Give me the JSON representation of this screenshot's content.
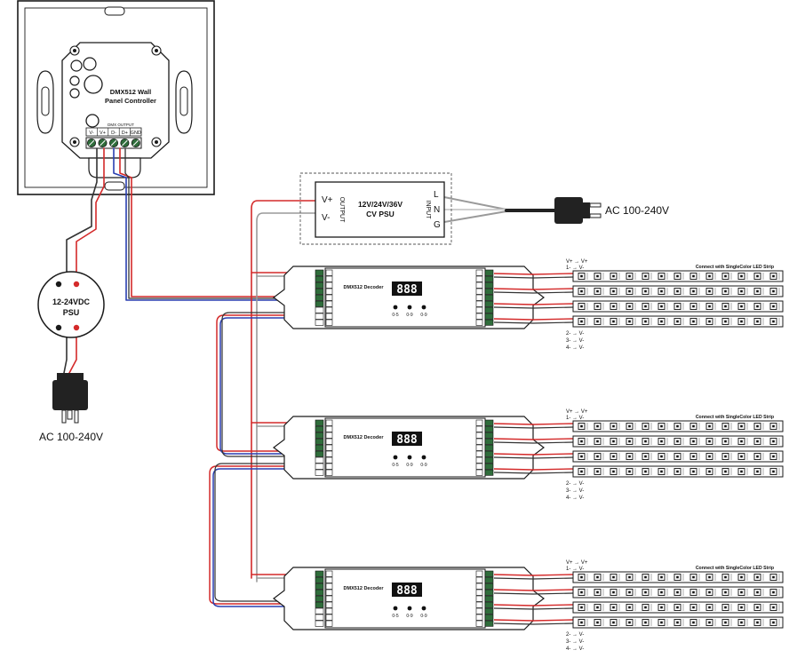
{
  "wall_panel": {
    "name_line1": "DMX512 Wall",
    "name_line2": "Panel Controller",
    "output_label": "DMX OUTPUT",
    "terminals": [
      "V-",
      "V+",
      "D-",
      "D+",
      "GND"
    ]
  },
  "panel_psu": {
    "line1": "12-24VDC",
    "line2": "PSU",
    "ac_label": "AC 100-240V"
  },
  "cv_psu": {
    "line1": "12V/24V/36V",
    "line2": "CV PSU",
    "output_side": "OUTPUT",
    "input_side": "INPUT",
    "out_plus": "V+",
    "out_minus": "V-",
    "in_l": "L",
    "in_n": "N",
    "in_g": "G",
    "ac_label": "AC 100-240V"
  },
  "decoders": [
    {
      "name": "DMX512 Decoder",
      "display": "888",
      "knobs": [
        "0-5",
        "0-9",
        "0-9"
      ],
      "strip_caption": "Connect with SingleColor LED Strip",
      "top_legend": [
        "V+  →  V+",
        "1-  →  V-"
      ],
      "bottom_legend": [
        "2-  →  V-",
        "3-  →  V-",
        "4-  →  V-"
      ]
    },
    {
      "name": "DMX512 Decoder",
      "display": "888",
      "knobs": [
        "0-5",
        "0-9",
        "0-9"
      ],
      "strip_caption": "Connect with SingleColor LED Strip",
      "top_legend": [
        "V+  →  V+",
        "1-  →  V-"
      ],
      "bottom_legend": [
        "2-  →  V-",
        "3-  →  V-",
        "4-  →  V-"
      ]
    },
    {
      "name": "DMX512 Decoder",
      "display": "888",
      "knobs": [
        "0-5",
        "0-9",
        "0-9"
      ],
      "strip_caption": "Connect with SingleColor LED Strip",
      "top_legend": [
        "V+  →  V+",
        "1-  →  V-"
      ],
      "bottom_legend": [
        "2-  →  V-",
        "3-  →  V-",
        "4-  →  V-"
      ]
    }
  ],
  "colors": {
    "red_wire": "#d42a2a",
    "black_wire": "#333333",
    "grey_wire": "#9a9a9a",
    "blue_wire": "#2a3fb0",
    "outline": "#1a1a1a"
  }
}
